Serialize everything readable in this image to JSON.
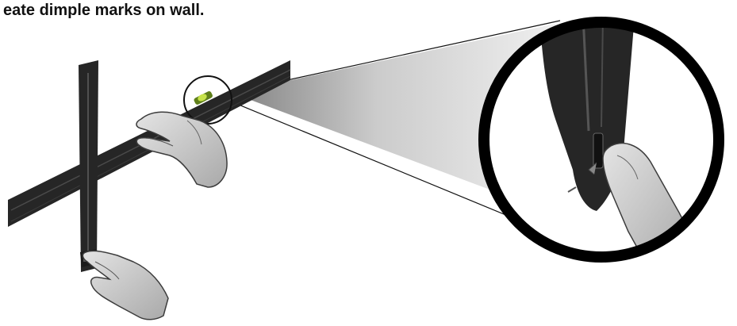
{
  "caption": "eate dimple marks on wall.",
  "colors": {
    "tool": "#262626",
    "tool_edge": "#3a3a3a",
    "bubble": "#b9d93a",
    "hand_fill": "#cfcfcf",
    "hand_stroke": "#3c3c3c",
    "zoom_ring": "#000000"
  },
  "icons": [
    "level-tool",
    "template-strip",
    "bubble-vial",
    "hand",
    "zoom-magnifier"
  ]
}
